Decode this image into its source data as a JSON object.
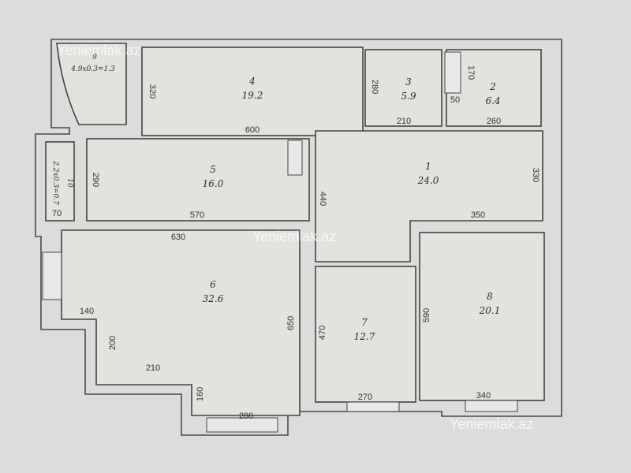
{
  "watermark": "Yeniemlak.az",
  "rooms": [
    {
      "num": "1",
      "area": "24.0"
    },
    {
      "num": "2",
      "area": "6.4"
    },
    {
      "num": "3",
      "area": "5.9"
    },
    {
      "num": "4",
      "area": "19.2"
    },
    {
      "num": "5",
      "area": "16.0"
    },
    {
      "num": "6",
      "area": "32.6"
    },
    {
      "num": "7",
      "area": "12.7"
    },
    {
      "num": "8",
      "area": "20.1"
    },
    {
      "num": "9",
      "area": "4.9x0.3=1.3"
    },
    {
      "num": "10",
      "area": "2.2x0.3=0.7"
    }
  ],
  "dimensions": {
    "d320": "320",
    "d600": "600",
    "d280a": "280",
    "d210a": "210",
    "d170": "170",
    "d50": "50",
    "d260": "260",
    "d290": "290",
    "d570": "570",
    "d440": "440",
    "d330": "330",
    "d350": "350",
    "d70": "70",
    "d630": "630",
    "d140": "140",
    "d200": "200",
    "d210b": "210",
    "d160": "160",
    "d280b": "280",
    "d650": "650",
    "d470": "470",
    "d270": "270",
    "d590": "590",
    "d340": "340"
  }
}
